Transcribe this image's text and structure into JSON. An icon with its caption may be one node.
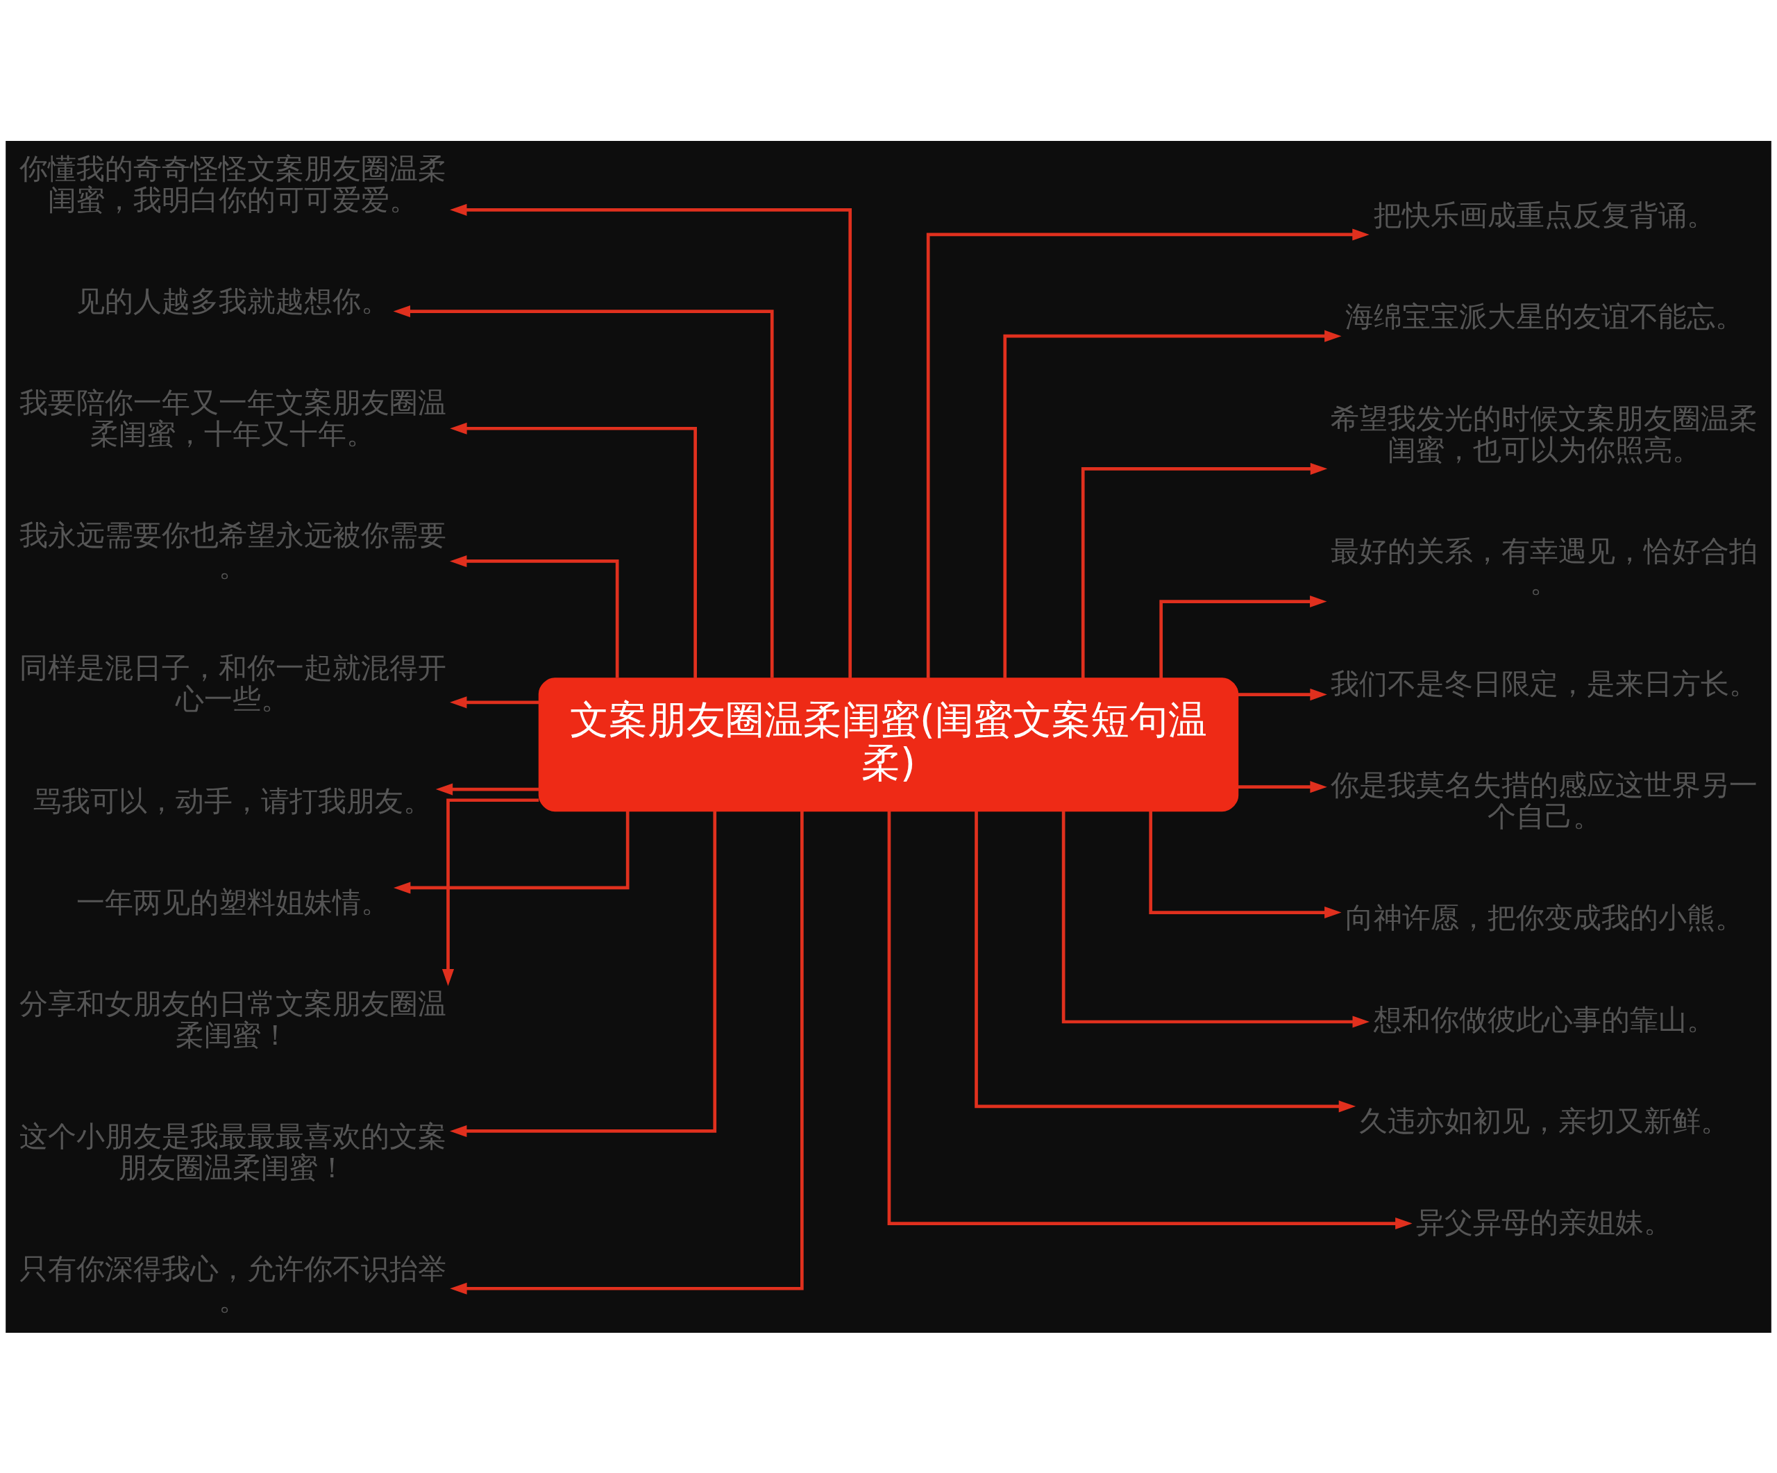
{
  "diagram": {
    "nodes": [
      {
        "text": [
          "文案朋友圈温柔闺蜜(闺蜜文案短句温柔)"
        ]
      },
      {
        "text": [
          "你懂我的奇奇怪怪文案朋友圈温柔闺蜜，我明白你的可可爱爱。"
        ]
      },
      {
        "text": [
          "见的人越多我就越想你。"
        ]
      },
      {
        "text": [
          "我要陪你一年又一年文案朋友圈温柔闺蜜，十年又十年。"
        ]
      },
      {
        "text": [
          "我永远需要你也希望永远被你需要。"
        ]
      },
      {
        "text": [
          "同样是混日子，和你一起就混得开心一些。"
        ]
      },
      {
        "text": [
          "骂我可以，动手，请打我朋友。"
        ]
      },
      {
        "text": [
          "一年两见的塑料姐妹情。"
        ]
      },
      {
        "text": [
          "分享和女朋友的日常文案朋友圈温柔闺蜜！"
        ]
      },
      {
        "text": [
          "这个小朋友是我最最最喜欢的文案朋友圈温柔闺蜜！"
        ]
      },
      {
        "text": [
          "只有你深得我心，允许你不识抬举。"
        ]
      },
      {
        "text": [
          "把快乐画成重点反复背诵。"
        ]
      },
      {
        "text": [
          "海绵宝宝派大星的友谊不能忘。"
        ]
      },
      {
        "text": [
          "希望我发光的时候文案朋友圈温柔闺蜜，也可以为你照亮。"
        ]
      },
      {
        "text": [
          "最好的关系，有幸遇见，恰好合拍。"
        ]
      },
      {
        "text": [
          "我们不是冬日限定，是来日方长。"
        ]
      },
      {
        "text": [
          "你是我莫名失措的感应这世界另一个自己。"
        ]
      },
      {
        "text": [
          "向神许愿，把你变成我的小熊。"
        ]
      },
      {
        "text": [
          "想和你做彼此心事的靠山。"
        ]
      },
      {
        "text": [
          "久违亦如初见，亲切又新鲜。"
        ]
      },
      {
        "text": [
          "异父异母的亲姐妹。"
        ]
      }
    ],
    "edges": [
      {
        "from": 0,
        "to": 1,
        "arrow": "to"
      },
      {
        "from": 0,
        "to": 2,
        "arrow": "to"
      },
      {
        "from": 0,
        "to": 3,
        "arrow": "to"
      },
      {
        "from": 0,
        "to": 4,
        "arrow": "to"
      },
      {
        "from": 0,
        "to": 5,
        "arrow": "to"
      },
      {
        "from": 0,
        "to": 6,
        "arrow": "to"
      },
      {
        "from": 0,
        "to": 7,
        "arrow": "to"
      },
      {
        "from": 0,
        "to": 8,
        "arrow": "to"
      },
      {
        "from": 0,
        "to": 9,
        "arrow": "to"
      },
      {
        "from": 0,
        "to": 10,
        "arrow": "to"
      },
      {
        "from": 0,
        "to": 11,
        "arrow": "to"
      },
      {
        "from": 0,
        "to": 12,
        "arrow": "to"
      },
      {
        "from": 0,
        "to": 13,
        "arrow": "to"
      },
      {
        "from": 0,
        "to": 14,
        "arrow": "to"
      },
      {
        "from": 0,
        "to": 15,
        "arrow": "to"
      },
      {
        "from": 0,
        "to": 16,
        "arrow": "to"
      },
      {
        "from": 0,
        "to": 17,
        "arrow": "to"
      },
      {
        "from": 0,
        "to": 18,
        "arrow": "to"
      },
      {
        "from": 0,
        "to": 19,
        "arrow": "to"
      },
      {
        "from": 0,
        "to": 20,
        "arrow": "to"
      }
    ]
  }
}
